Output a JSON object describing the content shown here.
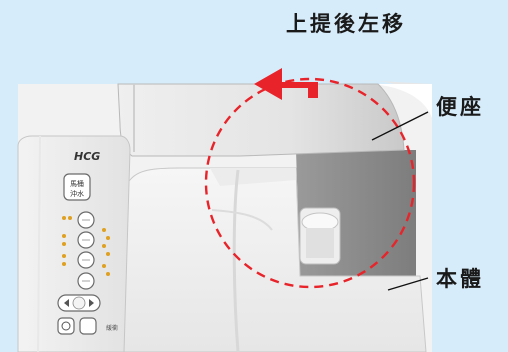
{
  "instruction": "上提後左移",
  "labels": {
    "seat": "便座",
    "body": "本體"
  },
  "panel": {
    "brand": "HCG",
    "flush_button": [
      "馬桶",
      "沖水"
    ],
    "side_text": "緩衝"
  },
  "colors": {
    "background": "#d7ecfa",
    "arrow": "#e8242a",
    "dashed_circle": "#e8242a",
    "indicator_dots": "#e0a020"
  },
  "icons": [
    "arrow-up-left-icon",
    "dashed-circle-highlight",
    "leader-line"
  ]
}
